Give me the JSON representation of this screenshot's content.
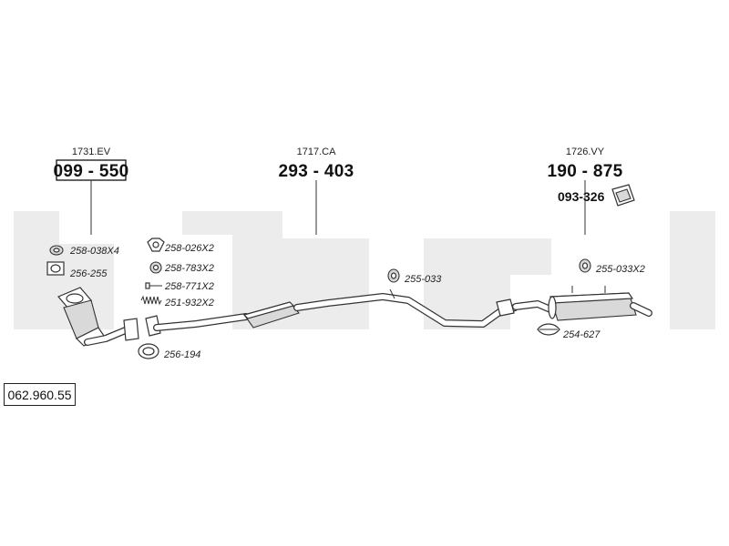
{
  "diagram": {
    "reference_number": "062.960.55",
    "assemblies": [
      {
        "code": "1731.EV",
        "part_number": "099 - 550"
      },
      {
        "code": "1717.CA",
        "part_number": "293 - 403"
      },
      {
        "code": "1726.VY",
        "part_number": "190 - 875",
        "extra_part": "093-326"
      }
    ],
    "labels": {
      "ring_top": "258-038X4",
      "gasket_square": "256-255",
      "nut": "258-026X2",
      "washer": "258-783X2",
      "bolt": "258-771X2",
      "spring": "251-932X2",
      "ring_bottom": "256-194",
      "hanger_mid": "255-033",
      "hanger_rear": "255-033X2",
      "clamp": "254-627"
    }
  }
}
